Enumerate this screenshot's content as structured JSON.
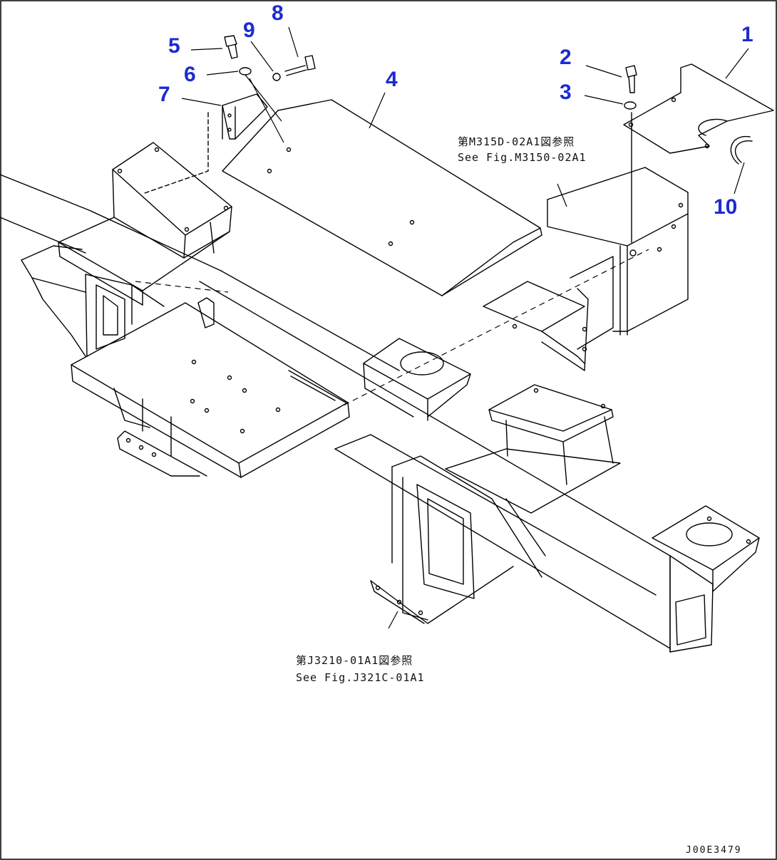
{
  "diagram": {
    "callouts": [
      "1",
      "2",
      "3",
      "4",
      "5",
      "6",
      "7",
      "8",
      "9",
      "10"
    ],
    "notes": {
      "upper_ja": "第M315D-02A1図参照",
      "upper_en": "See Fig.M3150-02A1",
      "lower_ja": "第J3210-01A1図参照",
      "lower_en": "See Fig.J321C-01A1"
    },
    "drawing_code": "J00E3479",
    "colors": {
      "callout": "#1d2bd0",
      "line": "#000000"
    }
  }
}
